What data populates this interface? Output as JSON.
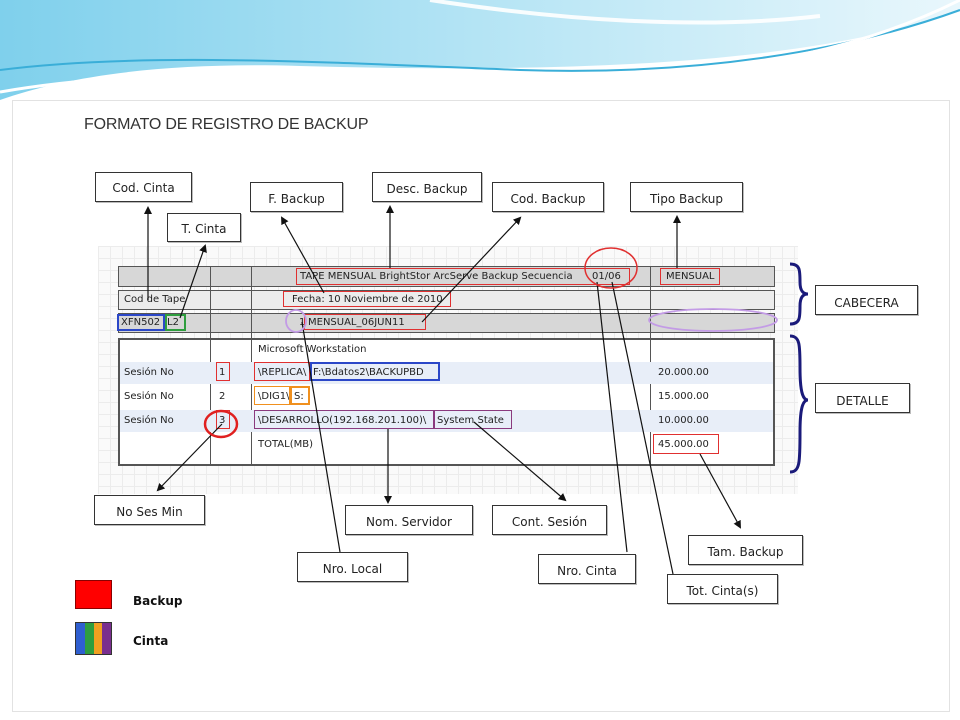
{
  "title": "FORMATO DE REGISTRO DE BACKUP",
  "labels": {
    "cod_cinta": "Cod. Cinta",
    "t_cinta": "T. Cinta",
    "f_backup": "F. Backup",
    "desc_backup": "Desc. Backup",
    "cod_backup": "Cod. Backup",
    "tipo_backup": "Tipo Backup",
    "cabecera": "CABECERA",
    "detalle": "DETALLE",
    "no_ses_min": "No Ses Min",
    "nom_servidor": "Nom. Servidor",
    "cont_sesion": "Cont. Sesión",
    "tam_backup": "Tam. Backup",
    "nro_local": "Nro. Local",
    "nro_cinta": "Nro. Cinta",
    "tot_cinta": "Tot. Cinta(s)"
  },
  "form": {
    "header_desc": "TAPE MENSUAL BrightStor ArcServe Backup Secuencia",
    "header_seq": "01/06",
    "header_tipo": "MENSUAL",
    "cod_tape_label": "Cod de Tape",
    "fecha": "Fecha: 10 Noviembre de 2010",
    "cinta_code_a": "XFN502",
    "cinta_code_b": "L2",
    "backup_code_prefix": "1",
    "backup_code_rest": "MENSUAL_06JUN11",
    "workstation": "Microsoft Workstation",
    "sessions": [
      {
        "label": "Sesión No",
        "num": "1",
        "path_a": "\\REPLICA\\",
        "path_b": "F:\\Bdatos2\\BACKUPBD",
        "size": "20.000.00"
      },
      {
        "label": "Sesión No",
        "num": "2",
        "path_a": "\\DIG1\\",
        "path_b": "S:",
        "size": "15.000.00"
      },
      {
        "label": "Sesión No",
        "num": "3",
        "path_a": "\\DESARROLLO(192.168.201.100)\\",
        "path_b": "System State",
        "size": "10.000.00"
      }
    ],
    "total_label": "TOTAL(MB)",
    "total_value": "45.000.00"
  },
  "legend": {
    "backup": "Backup",
    "cinta": "Cinta",
    "backup_color": "#ff0000",
    "cinta_colors": [
      "#2f5fd0",
      "#2e9e3e",
      "#f0a020",
      "#7a2f8e"
    ]
  },
  "colors": {
    "red": "#e03030",
    "blue": "#2b47c8",
    "green": "#2e9e3e",
    "orange": "#f0901e",
    "purple": "#8a3a7e",
    "lilac": "#c39be6",
    "navy": "#1a1a7a"
  }
}
